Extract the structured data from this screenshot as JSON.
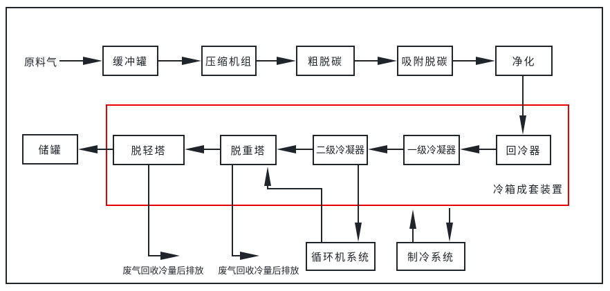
{
  "diagram": {
    "source_label": "原料气",
    "top_row": [
      "缓冲罐",
      "压缩机组",
      "粗脱碳",
      "吸附脱碳",
      "净化"
    ],
    "middle_row": [
      "回冷器",
      "一级冷凝器",
      "二级冷凝器",
      "脱重塔",
      "脱轻塔",
      "储罐"
    ],
    "bottom_row": [
      "循环机系统",
      "制冷系统"
    ],
    "cold_box_label": "冷箱成套装置",
    "notes": {
      "left": "废气回收冷量后排放",
      "right": "废气回收冷量后排放"
    },
    "colors": {
      "line": "#20242b",
      "cold_box_border": "#e60000",
      "background": "#ffffff"
    }
  }
}
